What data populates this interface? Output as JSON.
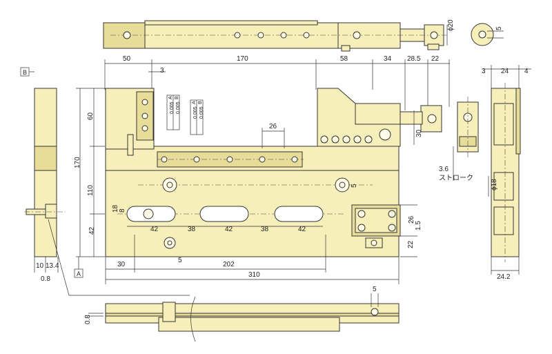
{
  "dimensions": {
    "top": [
      "50",
      "170",
      "58",
      "34",
      "28.5",
      "22",
      "3"
    ],
    "left": [
      "60",
      "170",
      "110",
      "42",
      "18",
      "8"
    ],
    "slot_pitch": [
      "42",
      "38",
      "42",
      "38",
      "42"
    ],
    "pitch_26": "26",
    "bottom_row": [
      "30",
      "202",
      "5",
      "310"
    ],
    "right_block": [
      "30",
      "5",
      "26",
      "1.5",
      "22"
    ],
    "top_view": [
      "ϕ20",
      "5"
    ],
    "side_view": [
      "3",
      "24",
      "4",
      "3.6",
      "ϕ18",
      "24.2"
    ],
    "left_view": [
      "10",
      "13.4",
      "0.8"
    ],
    "bottom_view": [
      "0.8",
      "5"
    ]
  },
  "tolerances": [
    {
      "rows": [
        "0.005",
        "0.005"
      ],
      "refs": [
        "A",
        "B"
      ]
    },
    {
      "rows": [
        "0.005",
        "0.005"
      ],
      "refs": [
        "A",
        "B"
      ]
    }
  ],
  "labels": {
    "datum_b": "B",
    "datum_a": "A",
    "stroke": "ストローク"
  },
  "colors": {
    "part_fill": "#f7efb9",
    "line": "#333333"
  }
}
